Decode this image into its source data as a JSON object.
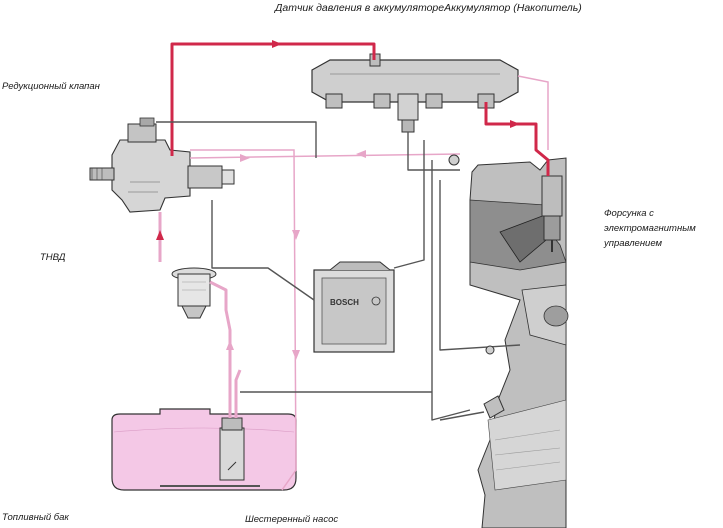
{
  "labels": {
    "top_title": "Датчик давления в аккумулятореАккумулятор (Накопитель)",
    "reducer_valve": "Редукционный клапан",
    "pump_hp": "ТНВД",
    "fuel_tank": "Топливный бак",
    "gear_pump": "Шестеренный насос",
    "injector": "Форсунка с электромагнитным управлением"
  },
  "ecu_brand": "BOSCH",
  "colors": {
    "high_pressure": "#d0284a",
    "low_pressure": "#e7a6c8",
    "return_line": "#555555",
    "tank_fill": "#f4c8e6",
    "outline": "#333333"
  }
}
